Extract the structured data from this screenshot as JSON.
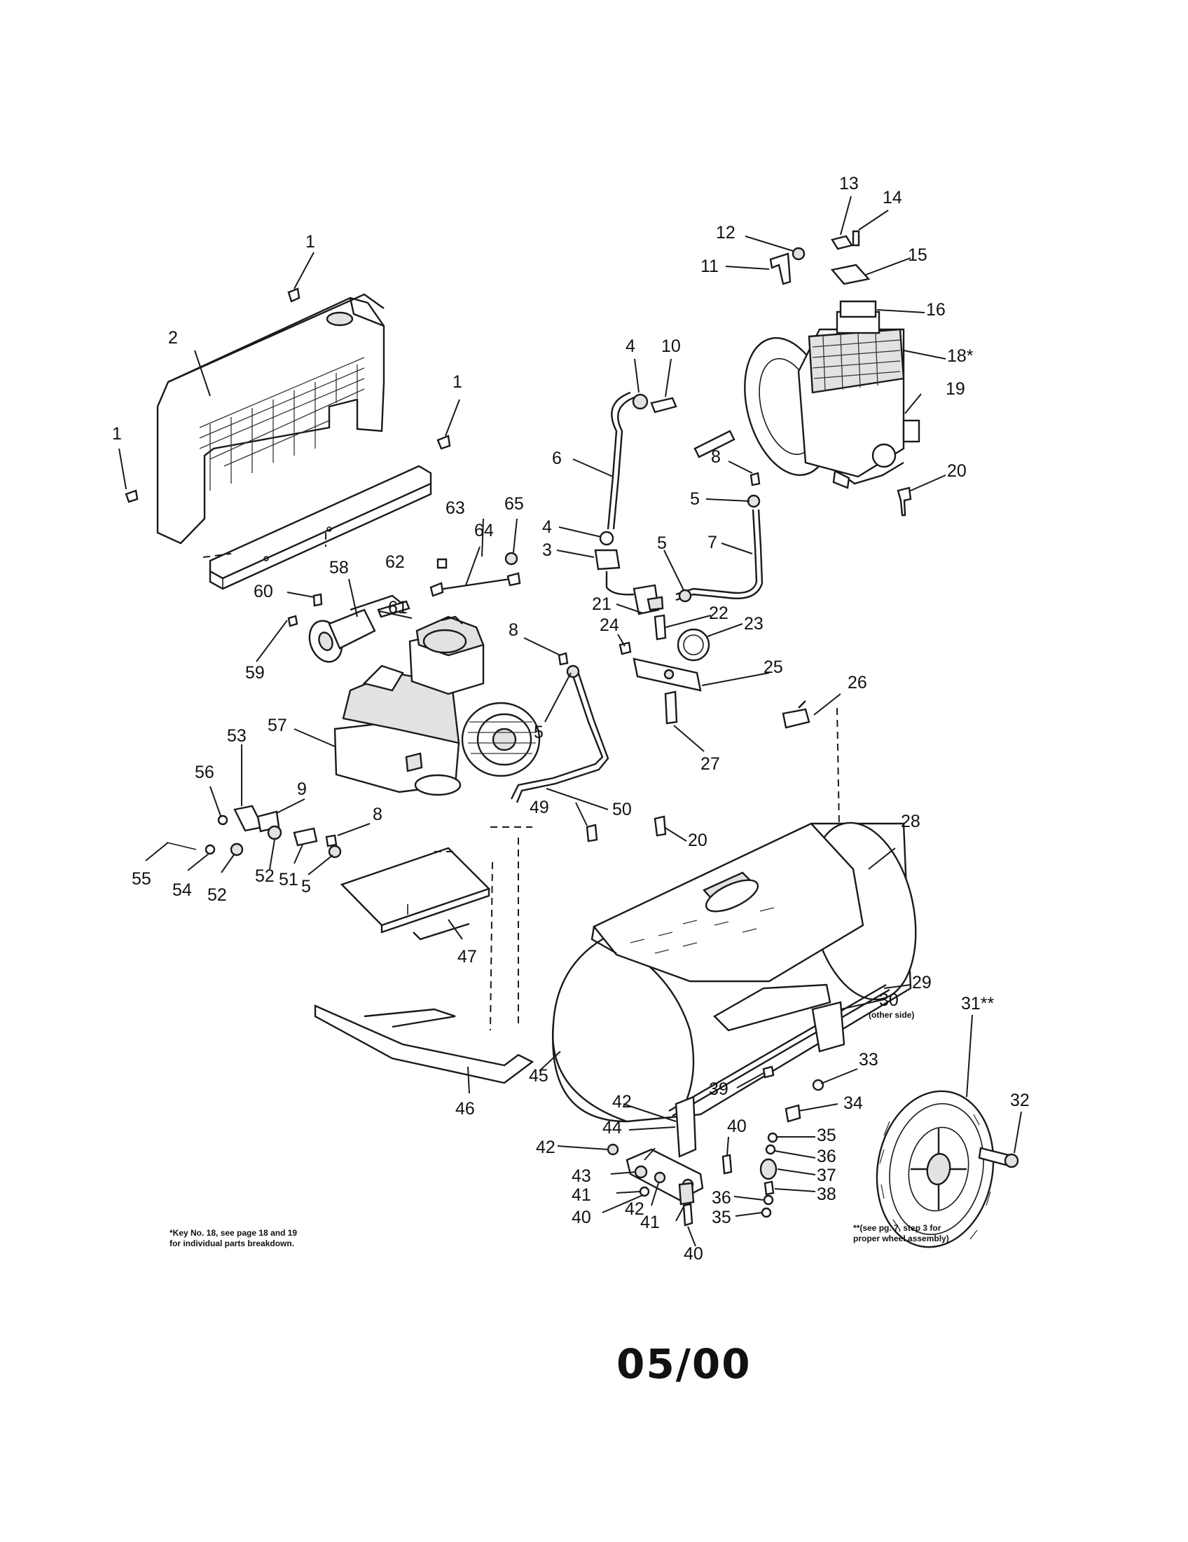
{
  "callouts": [
    {
      "n": "1",
      "label": "1"
    },
    {
      "n": "1b",
      "label": "1"
    },
    {
      "n": "1c",
      "label": "1"
    },
    {
      "n": "2",
      "label": "2"
    },
    {
      "n": "3",
      "label": "3"
    },
    {
      "n": "4",
      "label": "4"
    },
    {
      "n": "4b",
      "label": "4"
    },
    {
      "n": "5",
      "label": "5"
    },
    {
      "n": "5b",
      "label": "5"
    },
    {
      "n": "5c",
      "label": "5"
    },
    {
      "n": "5d",
      "label": "5"
    },
    {
      "n": "6",
      "label": "6"
    },
    {
      "n": "7",
      "label": "7"
    },
    {
      "n": "8",
      "label": "8"
    },
    {
      "n": "8b",
      "label": "8"
    },
    {
      "n": "8c",
      "label": "8"
    },
    {
      "n": "9",
      "label": "9"
    },
    {
      "n": "10",
      "label": "10"
    },
    {
      "n": "11",
      "label": "11"
    },
    {
      "n": "12",
      "label": "12"
    },
    {
      "n": "13",
      "label": "13"
    },
    {
      "n": "14",
      "label": "14"
    },
    {
      "n": "15",
      "label": "15"
    },
    {
      "n": "16",
      "label": "16"
    },
    {
      "n": "18",
      "label": "18*"
    },
    {
      "n": "19",
      "label": "19"
    },
    {
      "n": "20",
      "label": "20"
    },
    {
      "n": "20b",
      "label": "20"
    },
    {
      "n": "21",
      "label": "21"
    },
    {
      "n": "22",
      "label": "22"
    },
    {
      "n": "23",
      "label": "23"
    },
    {
      "n": "24",
      "label": "24"
    },
    {
      "n": "25",
      "label": "25"
    },
    {
      "n": "26",
      "label": "26"
    },
    {
      "n": "27",
      "label": "27"
    },
    {
      "n": "28",
      "label": "28"
    },
    {
      "n": "29",
      "label": "29"
    },
    {
      "n": "30",
      "label": "30"
    },
    {
      "n": "31",
      "label": "31**"
    },
    {
      "n": "32",
      "label": "32"
    },
    {
      "n": "33",
      "label": "33"
    },
    {
      "n": "34",
      "label": "34"
    },
    {
      "n": "35",
      "label": "35"
    },
    {
      "n": "35b",
      "label": "35"
    },
    {
      "n": "36",
      "label": "36"
    },
    {
      "n": "36b",
      "label": "36"
    },
    {
      "n": "37",
      "label": "37"
    },
    {
      "n": "38",
      "label": "38"
    },
    {
      "n": "39",
      "label": "39"
    },
    {
      "n": "40",
      "label": "40"
    },
    {
      "n": "40b",
      "label": "40"
    },
    {
      "n": "40c",
      "label": "40"
    },
    {
      "n": "41",
      "label": "41"
    },
    {
      "n": "41b",
      "label": "41"
    },
    {
      "n": "42",
      "label": "42"
    },
    {
      "n": "42b",
      "label": "42"
    },
    {
      "n": "42c",
      "label": "42"
    },
    {
      "n": "43",
      "label": "43"
    },
    {
      "n": "44",
      "label": "44"
    },
    {
      "n": "45",
      "label": "45"
    },
    {
      "n": "46",
      "label": "46"
    },
    {
      "n": "47",
      "label": "47"
    },
    {
      "n": "49",
      "label": "49"
    },
    {
      "n": "50",
      "label": "50"
    },
    {
      "n": "51",
      "label": "51"
    },
    {
      "n": "52",
      "label": "52"
    },
    {
      "n": "52b",
      "label": "52"
    },
    {
      "n": "53",
      "label": "53"
    },
    {
      "n": "54",
      "label": "54"
    },
    {
      "n": "55",
      "label": "55"
    },
    {
      "n": "56",
      "label": "56"
    },
    {
      "n": "57",
      "label": "57"
    },
    {
      "n": "58",
      "label": "58"
    },
    {
      "n": "59",
      "label": "59"
    },
    {
      "n": "60",
      "label": "60"
    },
    {
      "n": "61",
      "label": "61"
    },
    {
      "n": "62",
      "label": "62"
    },
    {
      "n": "63",
      "label": "63"
    },
    {
      "n": "64",
      "label": "64"
    },
    {
      "n": "65",
      "label": "65"
    }
  ],
  "callout_30_sub": "(other side)",
  "notes": {
    "left_line1": "*Key No. 18, see page 18 and 19",
    "left_line2": "for individual parts breakdown.",
    "right_line1": "**(see pg. 7, step 3 for",
    "right_line2": "proper wheel assembly)"
  },
  "footer": {
    "date_code": "05/00"
  }
}
